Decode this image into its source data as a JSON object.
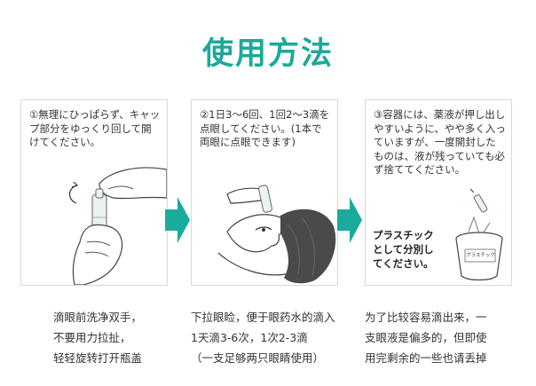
{
  "title": "使用方法",
  "steps": [
    {
      "instruction": "①無理にひっぱらず、キャップ部分をゆっくり回して開けてください。",
      "caption": "滴眼前洗净双手，\n不要用力拉扯，\n轻轻旋转打开瓶盖",
      "icon": "ampoule-twist-icon"
    },
    {
      "instruction": "②1日3～6回、1回2～3滴を点眼してください。(1本で両眼に点眼できます)",
      "caption": "下拉眼睑，便于眼药水的滴入\n1天滴3-6次，1次2-3滴\n（一支足够两只眼睛使用）",
      "icon": "eye-drop-icon"
    },
    {
      "instruction": "③容器には、薬液が押し出しやすいように、やや多く入っていますが、一度開封したものは、液が残っていても必ず捨ててください。",
      "disposal_note": "プラスチック\nとして分別し\nてください。",
      "bin_label": "プラスチック",
      "caption": "为了比较容易滴出来，一\n支眼液是偏多的，但即使\n用完剩余的一些也请丢掉",
      "icon": "trash-bin-icon"
    }
  ],
  "colors": {
    "accent": "#1ba99a",
    "arrow": "#1aab9c",
    "border": "#d8d8d8"
  },
  "arrow_icon": "arrow-right-icon"
}
